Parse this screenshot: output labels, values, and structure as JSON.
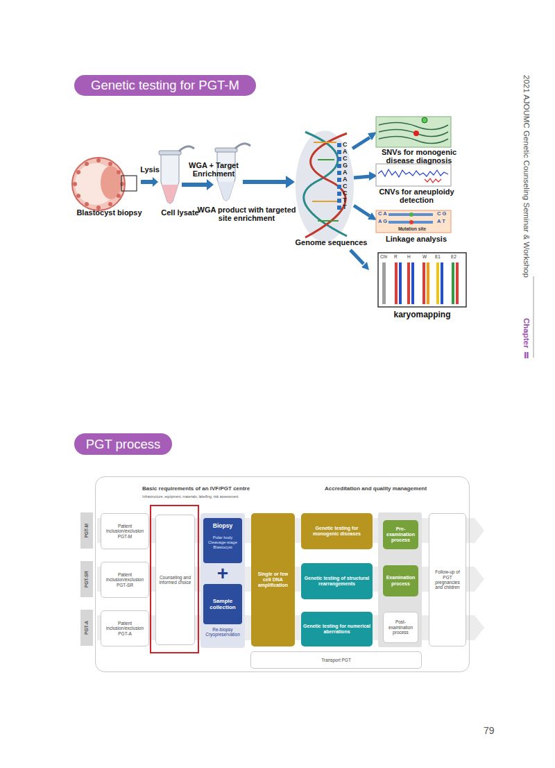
{
  "diagram": {
    "nodes": [
      {
        "text": [
          "Genetic testing for PGT-M"
        ]
      },
      {
        "text": [
          "PGT process"
        ]
      },
      {
        "text": [
          "Basic requirements of an IVF/PGT centre",
          "Infrastructure, equipment, materials, labelling, risk assessment",
          "Accreditation and quality management"
        ]
      },
      {
        "text": [
          "PGT-M"
        ]
      },
      {
        "text": [
          "Patient inclusion/exclusion PGT-M"
        ],
        "in": 2
      },
      {
        "text": [
          "PGT-SR"
        ]
      },
      {
        "text": [
          "Patient inclusion/exclusion PGT-SR"
        ],
        "in": 2
      },
      {
        "text": [
          "PGT-A"
        ]
      },
      {
        "text": [
          "Patient inclusion/exclusion PGT-A"
        ],
        "in": 2
      },
      {
        "text": [
          "Counseling and informed choice"
        ],
        "in": 2
      },
      {
        "text": [
          "+",
          "Re-biopsy Cryopreservation"
        ],
        "in": 2
      },
      {
        "text": [
          "Biopsy",
          "Polar body Cleavage-stage Blastocyst"
        ],
        "in": 10
      },
      {
        "text": [
          "Sample collection"
        ],
        "in": 10
      },
      {
        "text": [
          "Single or few cell DNA amplification"
        ],
        "in": 2
      },
      {
        "text": [
          "Genetic testing for monogenic diseases"
        ],
        "in": 2
      },
      {
        "text": [
          "Genetic testing of structural rearrangements"
        ],
        "in": 2
      },
      {
        "text": [
          "Genetic testing for numerical aberrations"
        ],
        "in": 2
      },
      {
        "text": [
          "Pre-examination process"
        ],
        "in": 2
      },
      {
        "text": [
          "Examination process"
        ],
        "in": 2
      },
      {
        "text": [
          "Post-examination process"
        ],
        "in": 2
      },
      {
        "text": [
          "Follow-up of PGT pregnancies and children"
        ],
        "in": 2
      },
      {
        "text": [
          "Transport PGT"
        ],
        "in": 2
      }
    ],
    "labels": [
      "2021 AJOUMC Genetic Counseling Seminar & Workshop",
      "Chapter Ⅱ",
      "Blastocyst biopsy",
      "Lysis",
      "Cell lysate",
      "WGA + Target Enrichment",
      "WGA product with targeted site enrichment",
      "C",
      "A",
      "C",
      "G",
      "A",
      "A",
      "C",
      "C",
      "T",
      "T",
      "Genome sequences",
      "SNVs for monogenic disease diagnosis",
      "CNVs for aneuploidy detection",
      "C A",
      "C G",
      "A G",
      "A T",
      "Mutation site",
      "Linkage analysis",
      "Chr",
      "R",
      "H",
      "W",
      "E1",
      "E2",
      "karyomapping",
      "79"
    ]
  }
}
